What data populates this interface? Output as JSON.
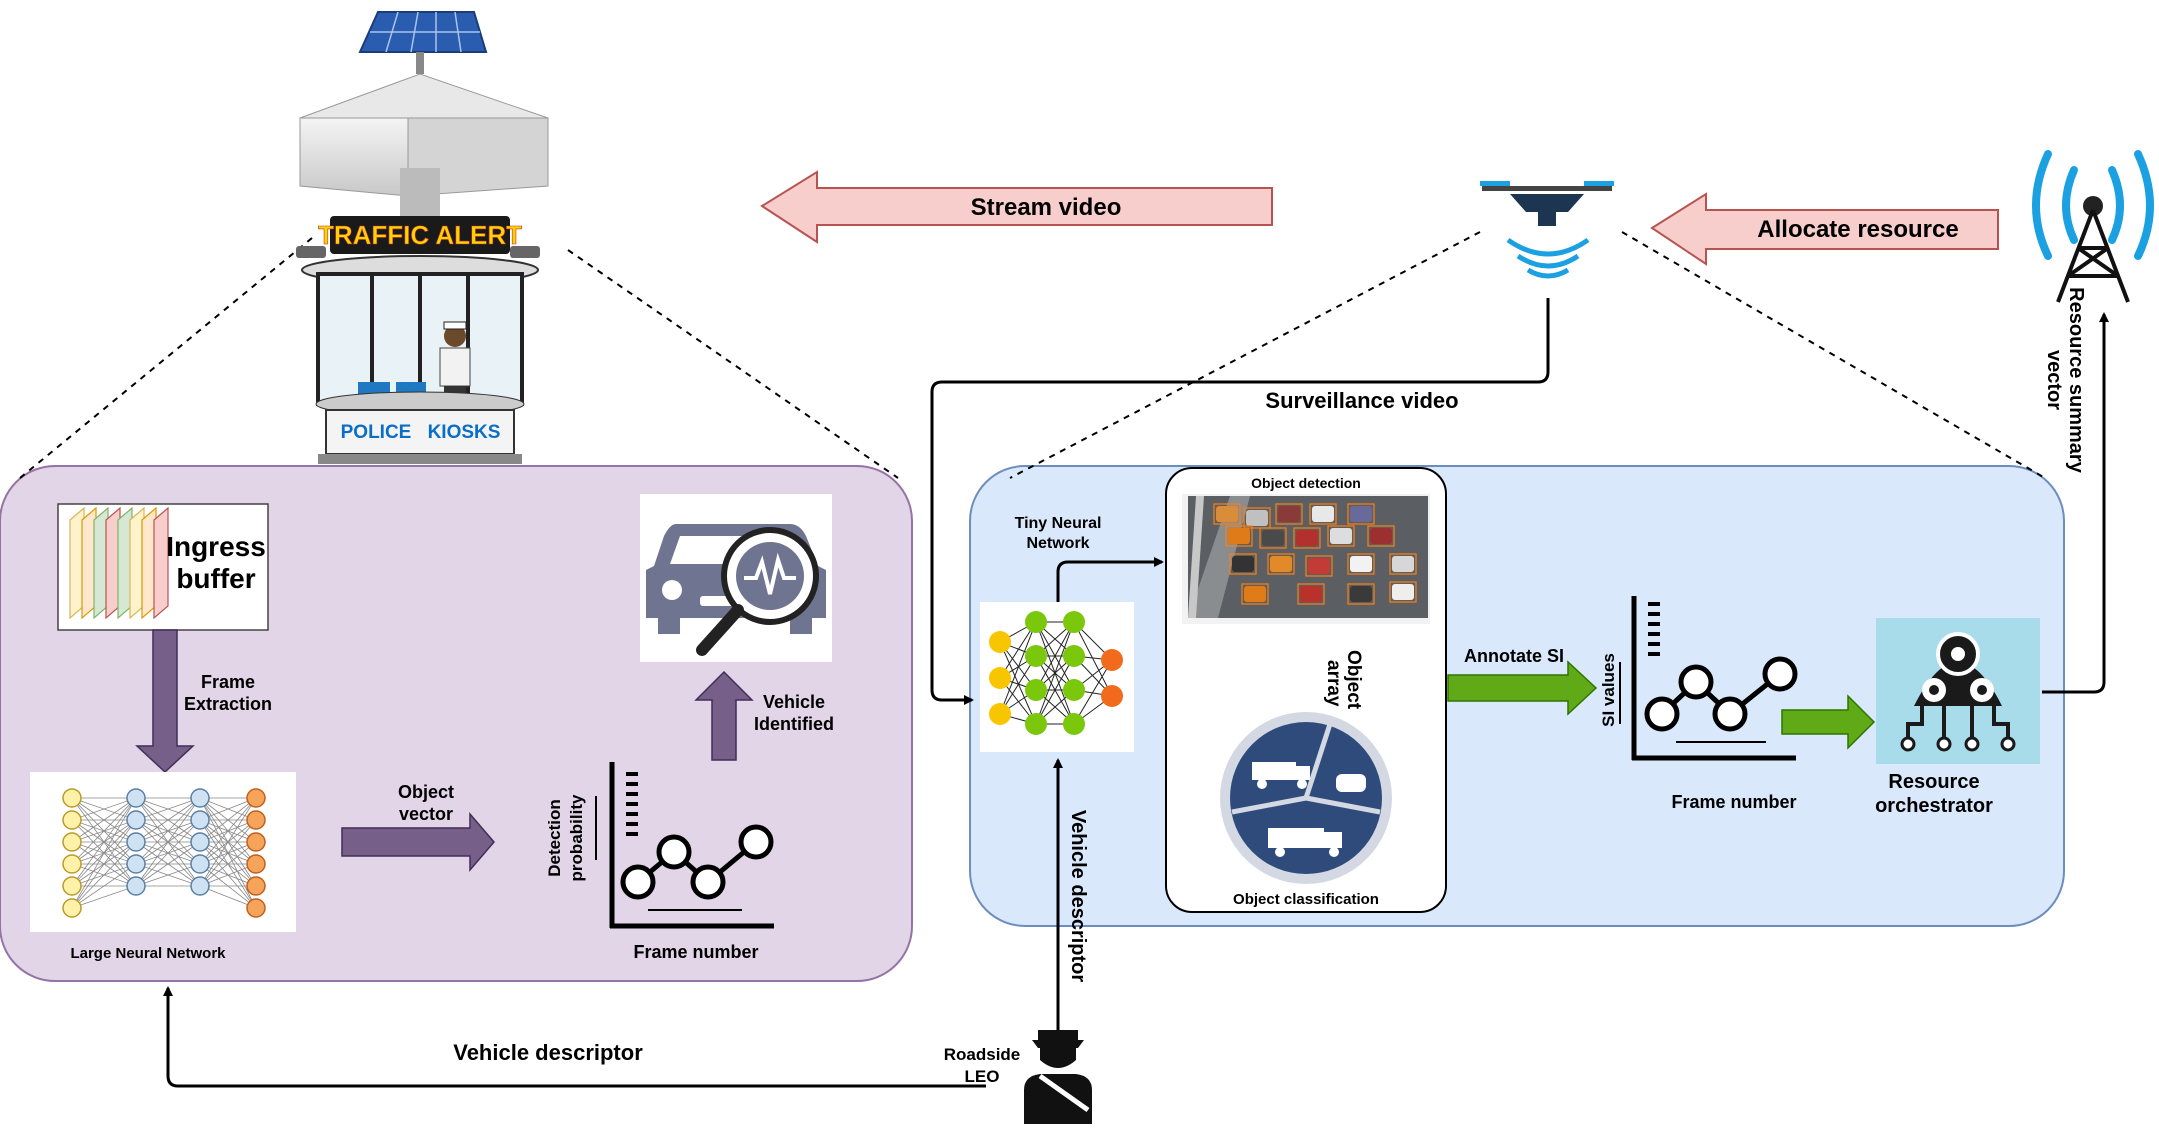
{
  "labels": {
    "stream_video": "Stream video",
    "allocate_resource": "Allocate resource",
    "surveillance_video": "Surveillance video",
    "resource_summary_vector_1": "Resource summary",
    "resource_summary_vector_2": "vector",
    "traffic_alert": "TRAFFIC ALERT",
    "police": "POLICE",
    "kiosks": "KIOSKS",
    "ingress_1": "Ingress",
    "ingress_2": "buffer",
    "frame_extraction_1": "Frame",
    "frame_extraction_2": "Extraction",
    "large_nn": "Large Neural Network",
    "object_vector_1": "Object",
    "object_vector_2": "vector",
    "detection_prob_1": "Detection",
    "detection_prob_2": "probability",
    "frame_number_left": "Frame number",
    "vehicle_identified_1": "Vehicle",
    "vehicle_identified_2": "Identified",
    "tiny_nn_1": "Tiny Neural",
    "tiny_nn_2": "Network",
    "object_detection": "Object detection",
    "object_array_1": "Object",
    "object_array_2": "array",
    "object_classification": "Object classification",
    "annotate_si": "Annotate SI",
    "si_values": "SI values",
    "frame_number_right": "Frame number",
    "resource_orch_1": "Resource",
    "resource_orch_2": "orchestrator",
    "vehicle_descriptor_bottom": "Vehicle descriptor",
    "vehicle_descriptor_vertical": "Vehicle descriptor",
    "roadside_1": "Roadside",
    "roadside_2": "LEO"
  },
  "colors": {
    "left_panel_fill": "#e1d5e7",
    "left_panel_stroke": "#9673a6",
    "right_panel_fill": "#dae8fc",
    "right_panel_stroke": "#6c8ebf",
    "pink_arrow_fill": "#f8cecc",
    "pink_arrow_stroke": "#b85450",
    "purple_arrow": "#76608a",
    "green_arrow": "#60a917",
    "orchestrator_bg": "#a8dcea",
    "wifi_blue": "#1ba1e2"
  }
}
